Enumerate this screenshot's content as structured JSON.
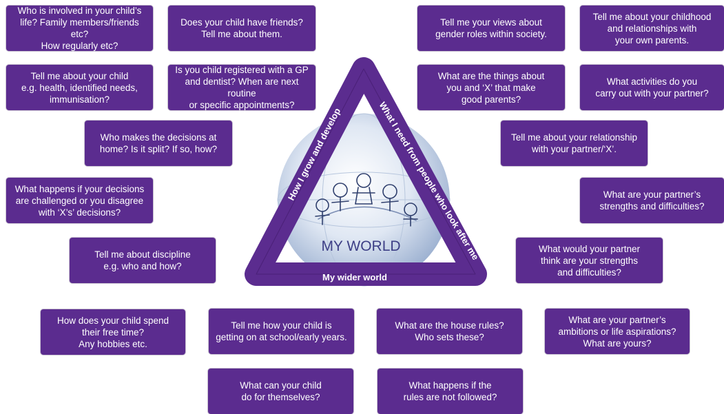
{
  "colors": {
    "card_background": "#5b2c8f",
    "card_text": "#ffffff",
    "triangle": "#5b2c8f",
    "globe": "#c9d6ea",
    "center_title": "#3d3f86"
  },
  "center": {
    "title": "MY WORLD",
    "illustration": "children-on-globe-drawing"
  },
  "triangle": {
    "left_side": "How I grow and develop",
    "right_side": "What I need from people who look after me",
    "bottom_side": "My wider world"
  },
  "prompts": {
    "child_involvement": "Who is involved in your child’s\nlife? Family members/friends etc?\nHow regularly etc?",
    "child_friends": "Does your child have friends?\nTell me about them.",
    "child_health": "Tell me about your child\ne.g. health, identified needs,\nimmunisation?",
    "gp_dentist": "Is you child registered with a GP\nand dentist? When are next routine\nor specific appointments?",
    "decisions_home": "Who makes the decisions at\nhome? Is it split? If so, how?",
    "decisions_challenged": "What happens if your decisions\nare challenged or you disagree\nwith ‘X’s’ decisions?",
    "discipline": "Tell me about discipline\ne.g. who and how?",
    "free_time": "How does your child spend\ntheir free time?\nAny hobbies etc.",
    "school": "Tell me how your child is\ngetting on at school/early years.",
    "do_for_themselves": "What can your child\ndo for themselves?",
    "gender_roles": "Tell me your views about\ngender roles within society.",
    "own_childhood": "Tell me about your childhood\nand relationships with\nyour own parents.",
    "good_parents": "What are the things about\nyou and ‘X’ that make\ngood parents?",
    "activities_partner": "What activities do you\ncarry out with your partner?",
    "relationship_partner": "Tell me about your relationship\nwith your partner/‘X’.",
    "partner_strengths": "What are your partner’s\nstrengths and difficulties?",
    "partner_thinks": "What would your partner\nthink are your strengths\nand difficulties?",
    "house_rules": "What are the house rules?\nWho sets these?",
    "ambitions": "What are your partner’s\nambitions or life aspirations?\nWhat are yours?",
    "rules_not_followed": "What happens if the\nrules are not followed?"
  }
}
